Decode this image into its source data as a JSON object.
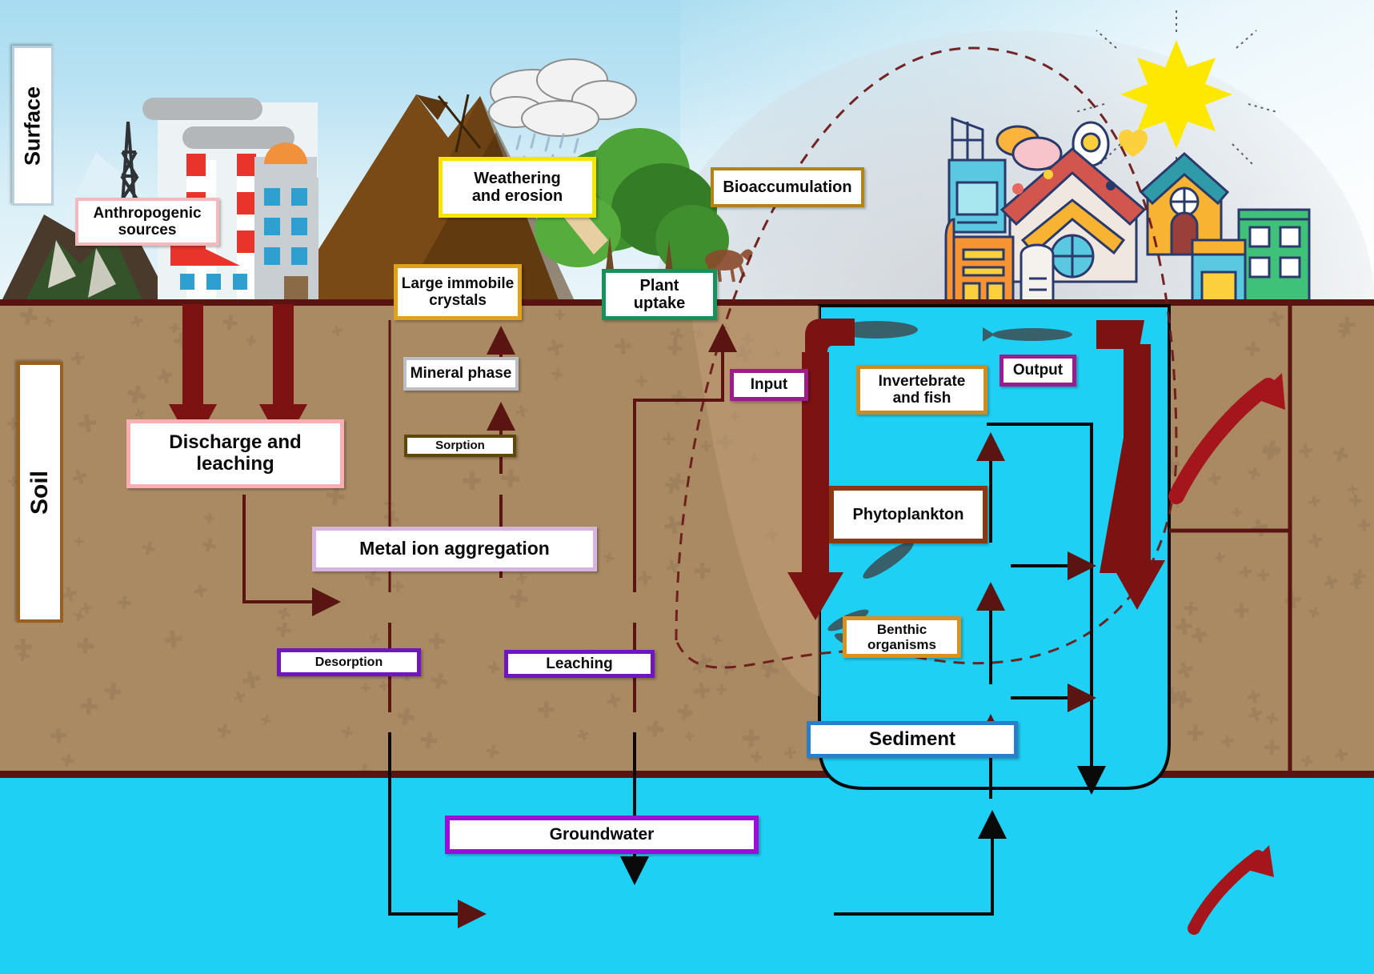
{
  "diagram": {
    "title": "Heavy metal cycling between surface, soil, water and biota",
    "zones": {
      "surface_label": "Surface",
      "soil_label": "Soil"
    },
    "colors": {
      "sky": "#b9e2f3",
      "soil": "#a98a63",
      "water": "#1fd0f5",
      "arrow_dark_red": "#7c1212",
      "boundary_line": "#5a1412"
    }
  },
  "boxes": {
    "surface": {
      "label": "Surface",
      "border": "#b9cfdb"
    },
    "soil": {
      "label": "Soil",
      "border": "#9a5f1e"
    },
    "anthropogenic_sources": {
      "label": "Anthropogenic sources",
      "line1": "Anthropogenic",
      "line2": "sources",
      "border": "#f4b9bd"
    },
    "weathering_and_erosion": {
      "label": "Weathering and erosion",
      "line1": "Weathering",
      "line2": "and erosion",
      "border": "#f7e400"
    },
    "bioaccumulation": {
      "label": "Bioaccumulation",
      "border": "#b08415"
    },
    "large_immobile_crystals": {
      "label": "Large immobile crystals",
      "line1": "Large immobile",
      "line2": "crystals",
      "border": "#e0a21a"
    },
    "plant_uptake": {
      "label": "Plant uptake",
      "line1": "Plant",
      "line2": "uptake",
      "border": "#17925a"
    },
    "mineral_phase": {
      "label": "Mineral phase",
      "border": "#bdbdc4"
    },
    "sorption": {
      "label": "Sorption",
      "border": "#5e4708"
    },
    "discharge_and_leaching": {
      "label": "Discharge and leaching",
      "border": "#f9aeb4"
    },
    "metal_ion_aggregation": {
      "label": "Metal ion aggregation",
      "border": "#d7b4dd"
    },
    "desorption": {
      "label": "Desorption",
      "border": "#6f16c0"
    },
    "leaching": {
      "label": "Leaching",
      "border": "#6f16c0"
    },
    "input": {
      "label": "Input",
      "border": "#9c1b8d"
    },
    "output": {
      "label": "Output",
      "border": "#9c1b8d"
    },
    "invertebrate_and_fish": {
      "label": "Invertebrate and fish",
      "line1": "Invertebrate",
      "line2": "and fish",
      "border": "#d08a1e"
    },
    "phytoplankton": {
      "label": "Phytoplankton",
      "border": "#8a3a12"
    },
    "benthic_organisms": {
      "label": "Benthic organisms",
      "line1": "Benthic",
      "line2": "organisms",
      "border": "#d8921f"
    },
    "sediment": {
      "label": "Sediment",
      "border": "#2a7fc9"
    },
    "groundwater": {
      "label": "Groundwater",
      "border": "#9b0ed8"
    }
  },
  "icons": {
    "sun": "sun-icon",
    "cloud": "cloud-icon",
    "rain": "rain-icon",
    "factory": "factory-icon",
    "mountain": "mountain-icon",
    "tree": "tree-icon",
    "house": "house-icon",
    "fish": "fish-icon",
    "balloon": "balloon-icon",
    "heart": "heart-icon"
  },
  "flows": [
    {
      "from": "anthropogenic_sources",
      "to": "discharge_and_leaching",
      "type": "thick-down-arrow"
    },
    {
      "from": "weathering_and_erosion",
      "to": "discharge_and_leaching",
      "type": "thick-down-arrow"
    },
    {
      "from": "discharge_and_leaching",
      "to": "metal_ion_aggregation",
      "type": "elbow-arrow"
    },
    {
      "from": "metal_ion_aggregation",
      "to": "sorption",
      "type": "up-arrow"
    },
    {
      "from": "sorption",
      "to": "mineral_phase",
      "type": "up-arrow"
    },
    {
      "from": "mineral_phase",
      "to": "large_immobile_crystals",
      "type": "up-arrow"
    },
    {
      "from": "metal_ion_aggregation",
      "to": "desorption",
      "type": "line"
    },
    {
      "from": "desorption",
      "to": "groundwater",
      "type": "elbow-arrow"
    },
    {
      "from": "metal_ion_aggregation",
      "to": "leaching",
      "type": "line"
    },
    {
      "from": "leaching",
      "to": "groundwater",
      "type": "down-arrow"
    },
    {
      "from": "metal_ion_aggregation",
      "to": "plant_uptake",
      "type": "elbow-arrow"
    },
    {
      "from": "input",
      "to": "water_body",
      "type": "thick-down-arrow"
    },
    {
      "from": "water_body",
      "to": "output",
      "type": "thick-down-arrow"
    },
    {
      "from": "benthic_organisms",
      "to": "phytoplankton",
      "type": "up-arrow"
    },
    {
      "from": "phytoplankton",
      "to": "invertebrate_and_fish",
      "type": "up-arrow"
    },
    {
      "from": "sediment",
      "to": "benthic_organisms",
      "type": "up-arrow"
    },
    {
      "from": "phytoplankton",
      "to": "sediment",
      "type": "elbow-arrow"
    },
    {
      "from": "benthic_organisms",
      "to": "sediment",
      "type": "elbow-arrow"
    },
    {
      "from": "invertebrate_and_fish",
      "to": "sediment",
      "type": "elbow-arrow"
    },
    {
      "from": "groundwater",
      "to": "sediment",
      "type": "elbow-arrow"
    }
  ]
}
